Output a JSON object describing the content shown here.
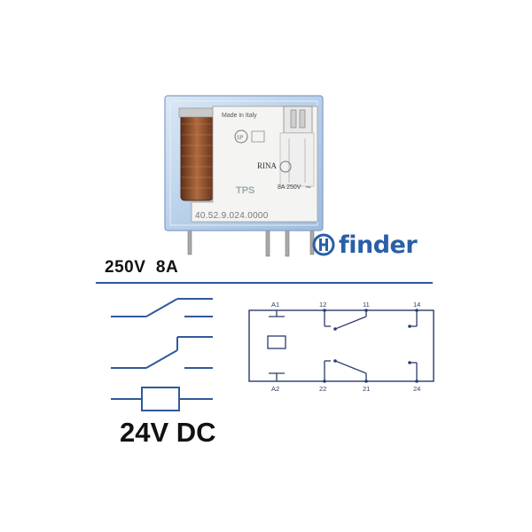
{
  "brand": {
    "name": "finder",
    "logo_icon": "finder-logo-icon",
    "color": "#2a5fa8"
  },
  "relay_label": {
    "made_in": "Made in Italy",
    "approval": "RINA",
    "series_mark": "TPS",
    "contact_rating": "8A 250V",
    "part_number": "40.52.9.024.0000"
  },
  "specs": {
    "contact_rating": "250V  8A",
    "coil_voltage": "24V DC"
  },
  "schematic": {
    "pins_top": [
      "A1",
      "12",
      "11",
      "14"
    ],
    "pins_bottom": [
      "A2",
      "22",
      "21",
      "24"
    ]
  },
  "colors": {
    "line": "#2f5a9b",
    "schematic": "#2a3c6a",
    "housing": "#b9d0ea",
    "coil": "#9a5a36"
  }
}
